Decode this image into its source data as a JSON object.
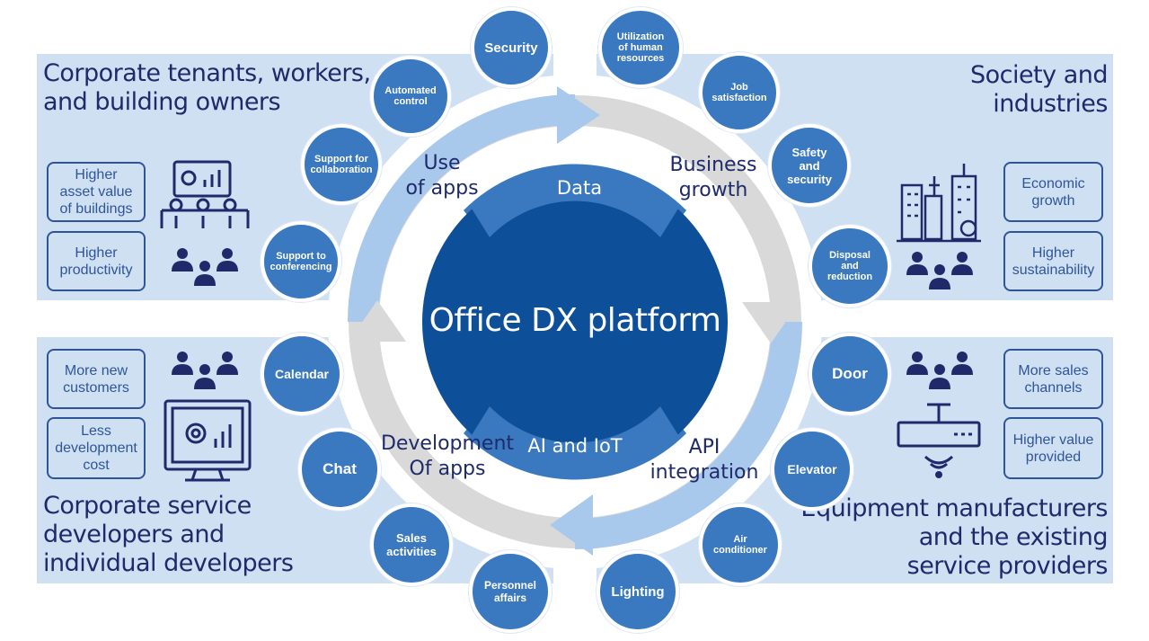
{
  "center": {
    "title": "Office DX platform",
    "top_segment": "Data",
    "bottom_segment": "AI and IoT"
  },
  "ring_labels": {
    "use_apps": "Use\nof apps",
    "business_growth": "Business\ngrowth",
    "development_apps": "Development\nOf apps",
    "api_integration": "API\nintegration"
  },
  "quadrants": {
    "top_left": {
      "title": "Corporate tenants, workers,\nand building owners",
      "boxes": [
        "Higher\nasset value\nof buildings",
        "Higher\nproductivity"
      ]
    },
    "top_right": {
      "title": "Society and\nindustries",
      "boxes": [
        "Economic\ngrowth",
        "Higher\nsustainability"
      ]
    },
    "bottom_left": {
      "title": "Corporate service\ndevelopers and\nindividual developers",
      "boxes": [
        "More new\ncustomers",
        "Less\ndevelopment\ncost"
      ]
    },
    "bottom_right": {
      "title": "Equipment manufacturers\nand the existing\nservice providers",
      "boxes": [
        "More sales\nchannels",
        "Higher value\nprovided"
      ]
    }
  },
  "bubbles": {
    "security": "Security",
    "automated_control": "Automated\ncontrol",
    "support_collaboration": "Support for\ncollaboration",
    "support_conferencing": "Support to\nconferencing",
    "utilization": "Utilization\nof human\nresources",
    "job_satisfaction": "Job\nsatisfaction",
    "safety_security": "Safety\nand\nsecurity",
    "disposal_reduction": "Disposal\nand\nreduction",
    "calendar": "Calendar",
    "chat": "Chat",
    "sales_activities": "Sales\nactivities",
    "personnel_affairs": "Personnel\naffairs",
    "door": "Door",
    "elevator": "Elevator",
    "air_conditioner": "Air\nconditioner",
    "lighting": "Lighting"
  },
  "icons": [
    "presentation-meeting-icon",
    "people-group-icon",
    "city-buildings-icon",
    "monitor-settings-icon",
    "device-signal-icon"
  ],
  "colors": {
    "quadrant_bg": "#cfe0f3",
    "bubble": "#3a78c0",
    "platform": "#0e4f9a",
    "segment": "#3a78c0",
    "arrow_light": "#a8c8ec",
    "arrow_grey": "#d9d9d9",
    "text_dark": "#1f2a6b"
  }
}
